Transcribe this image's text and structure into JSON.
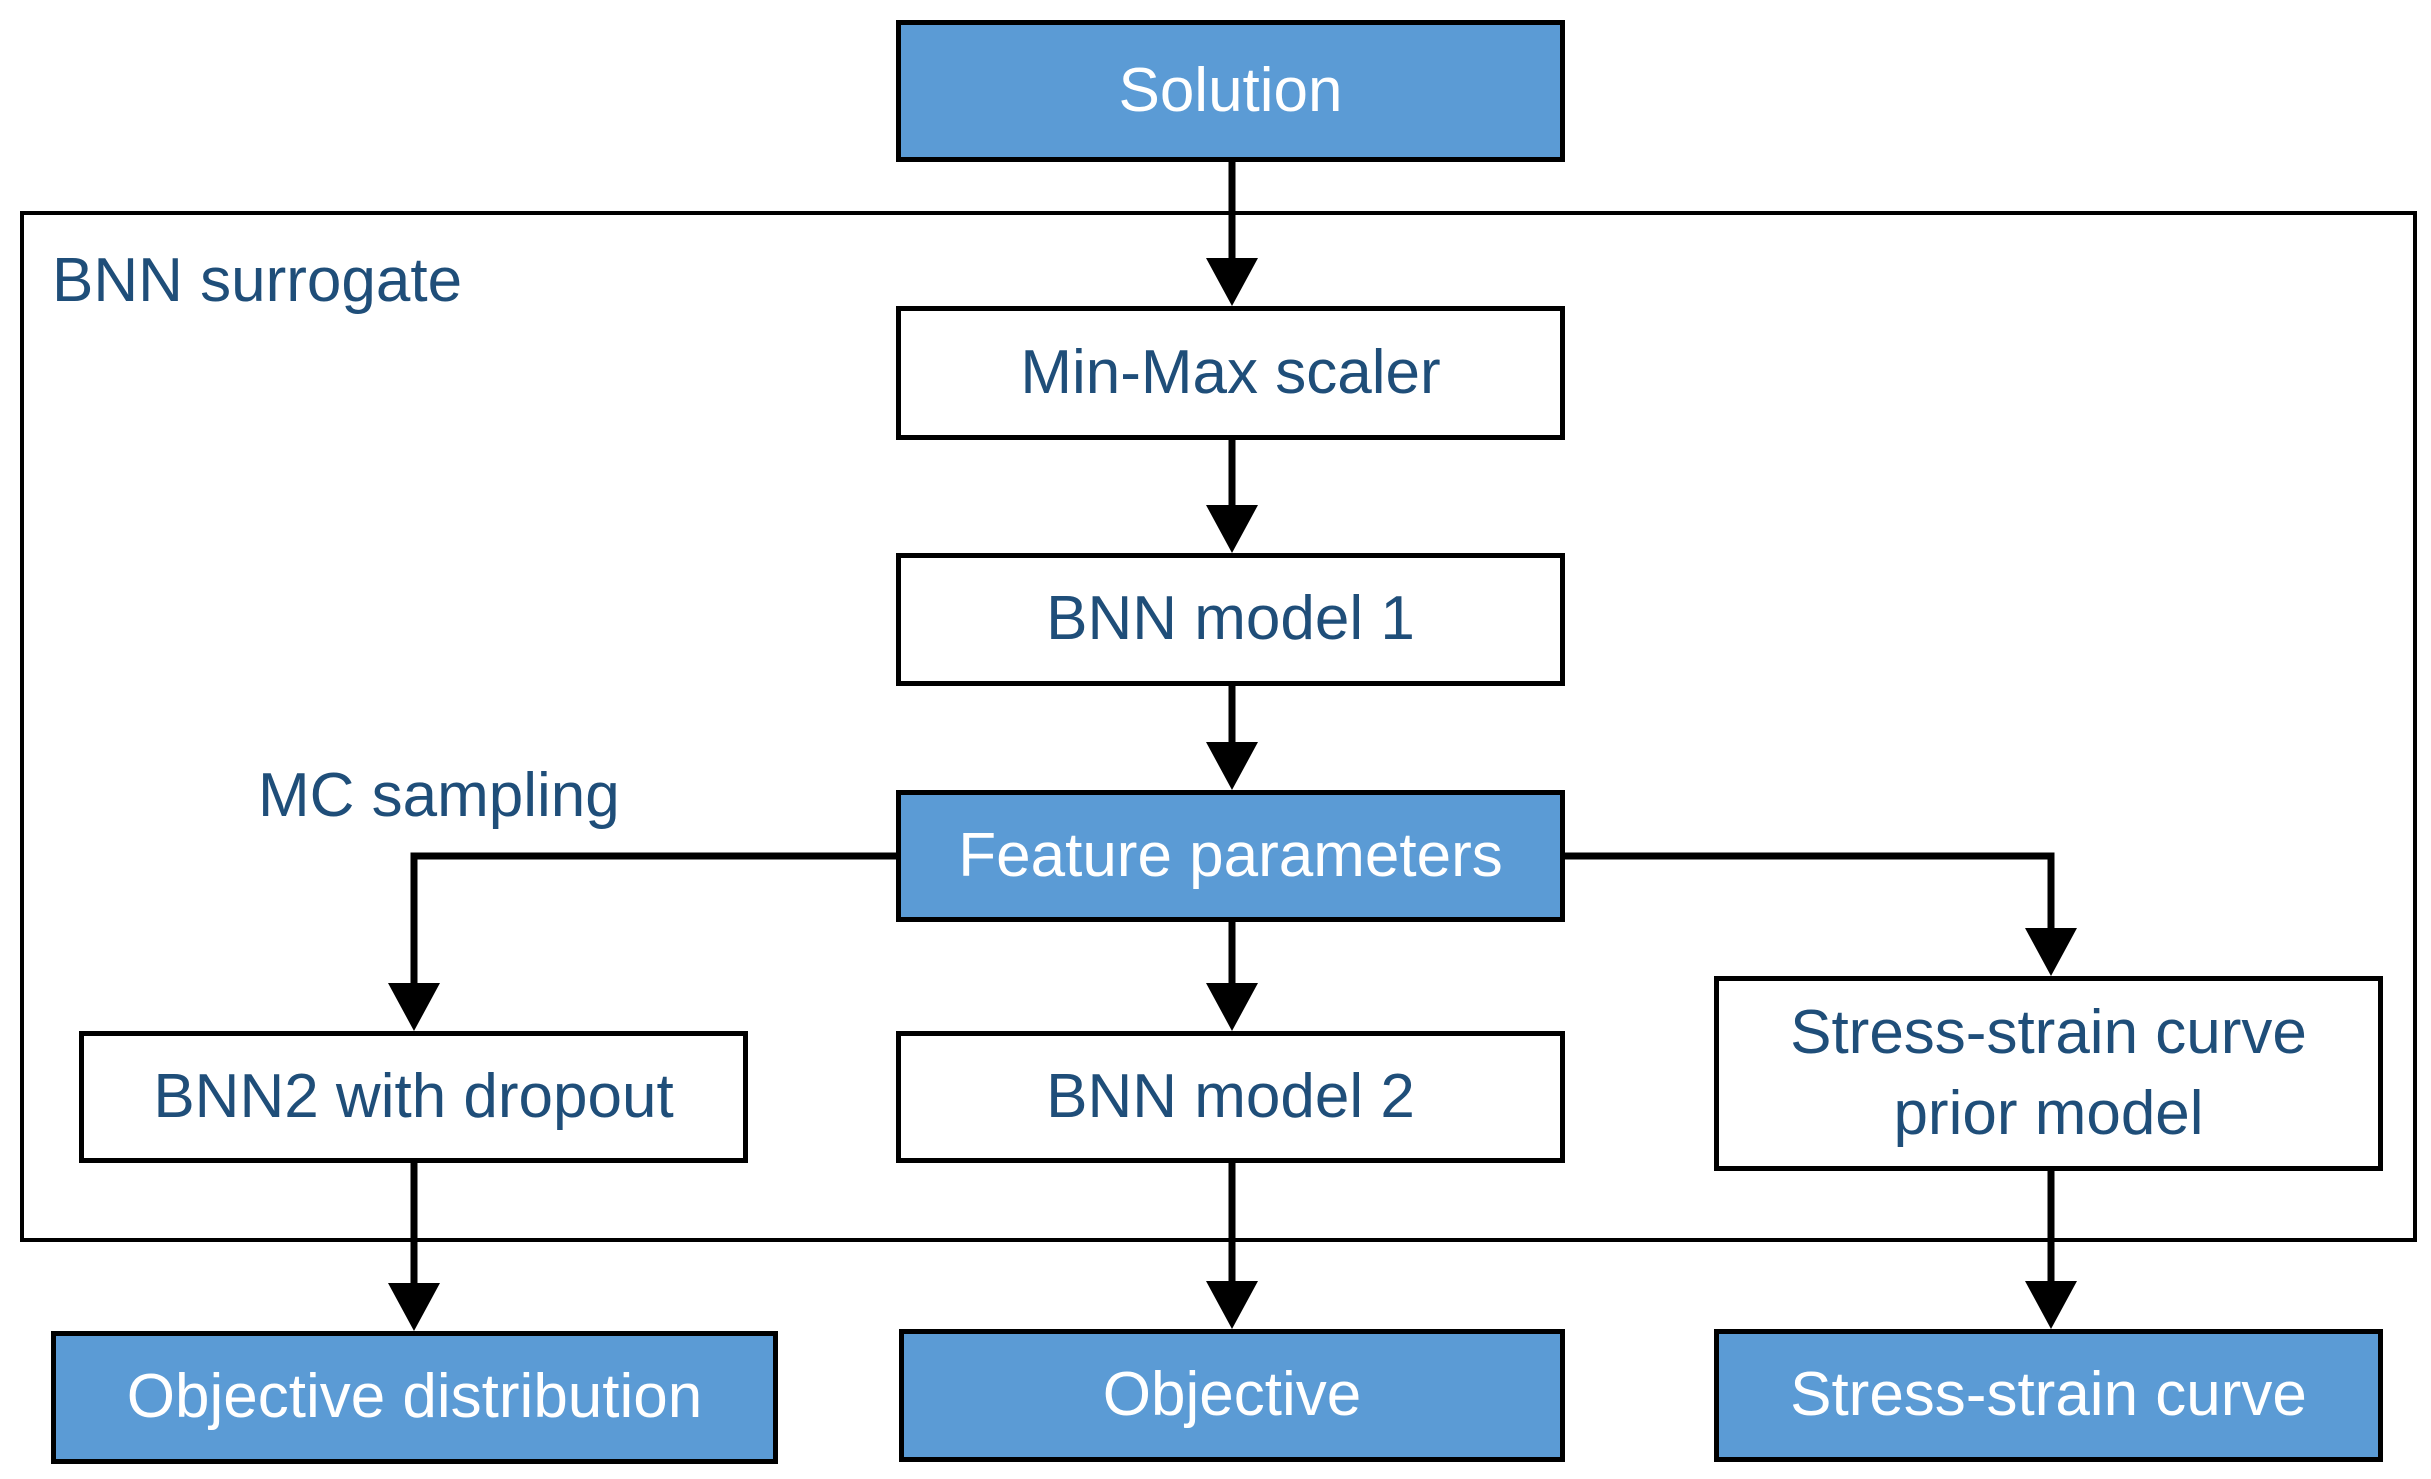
{
  "diagram": {
    "group_label": "BNN surrogate",
    "branch_label": "MC sampling",
    "nodes": {
      "solution": "Solution",
      "scaler": "Min-Max scaler",
      "model1": "BNN model 1",
      "features": "Feature parameters",
      "dropout": "BNN2 with dropout",
      "model2": "BNN model 2",
      "prior": "Stress-strain curve\nprior model",
      "objective_dist": "Objective distribution",
      "objective": "Objective",
      "curve": "Stress-strain curve"
    },
    "colors": {
      "filled_node": "#5b9bd5",
      "filled_text": "#ffffff",
      "plain_text": "#1f4e79",
      "stroke": "#000000"
    }
  }
}
